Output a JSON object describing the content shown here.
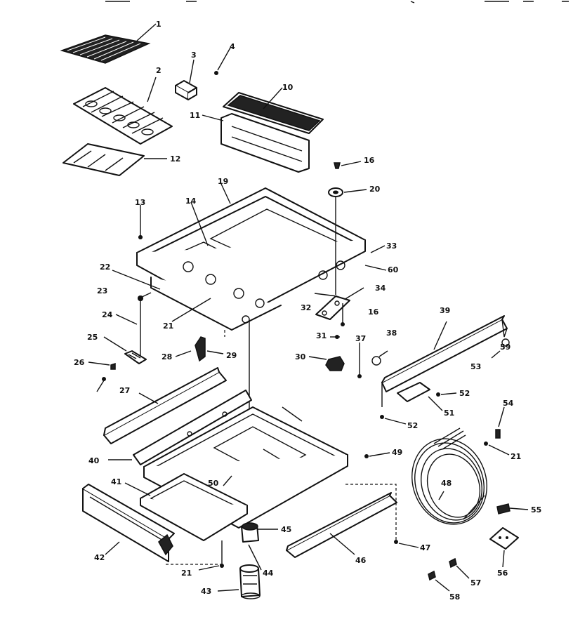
{
  "diagram": {
    "callouts": [
      "1",
      "2",
      "3",
      "4",
      "10",
      "11",
      "12",
      "13",
      "14",
      "16",
      "19",
      "20",
      "22",
      "23",
      "21",
      "24",
      "25",
      "26",
      "27",
      "28",
      "29",
      "30",
      "31",
      "32",
      "33",
      "34",
      "37",
      "38",
      "39",
      "40",
      "41",
      "42",
      "43",
      "44",
      "45",
      "46",
      "47",
      "48",
      "49",
      "50",
      "51",
      "52",
      "53",
      "54",
      "55",
      "56",
      "57",
      "58",
      "59",
      "60",
      "16",
      "21",
      "21",
      "52"
    ]
  }
}
